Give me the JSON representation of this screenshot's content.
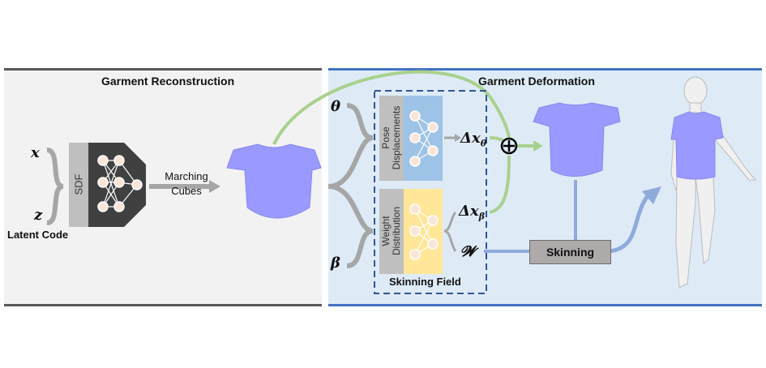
{
  "panels": {
    "reconstruction": {
      "title": "Garment Reconstruction",
      "inputs": {
        "x": "x",
        "z": "z",
        "caption": "Latent Code"
      },
      "network_label": "SDF",
      "step_label_line1": "Marching",
      "step_label_line2": "Cubes",
      "colors": {
        "background": "#f2f2f2",
        "border": "#595959",
        "network": "#404040",
        "node": "#fbe5d6"
      }
    },
    "deformation": {
      "title": "Garment Deformation",
      "inputs": {
        "theta": "θ",
        "beta": "β"
      },
      "pose_net_label_line1": "Pose",
      "pose_net_label_line2": "Displacements",
      "weight_net_label_line1": "Weight",
      "weight_net_label_line2": "Distribution",
      "outputs": {
        "dx_theta": "Δx",
        "dx_theta_sub": "θ",
        "dx_beta": "Δx",
        "dx_beta_sub": "β",
        "w": "𝓦"
      },
      "field_label": "Skinning Field",
      "plus_symbol": "⊕",
      "skinning_label": "Skinning",
      "colors": {
        "background": "#deebf7",
        "border": "#4472c4",
        "pose_net": "#9dc3e6",
        "weight_net": "#ffe699",
        "green_flow": "#a9d18e",
        "blue_flow": "#8faadc",
        "garment": "#9999ff"
      }
    }
  }
}
